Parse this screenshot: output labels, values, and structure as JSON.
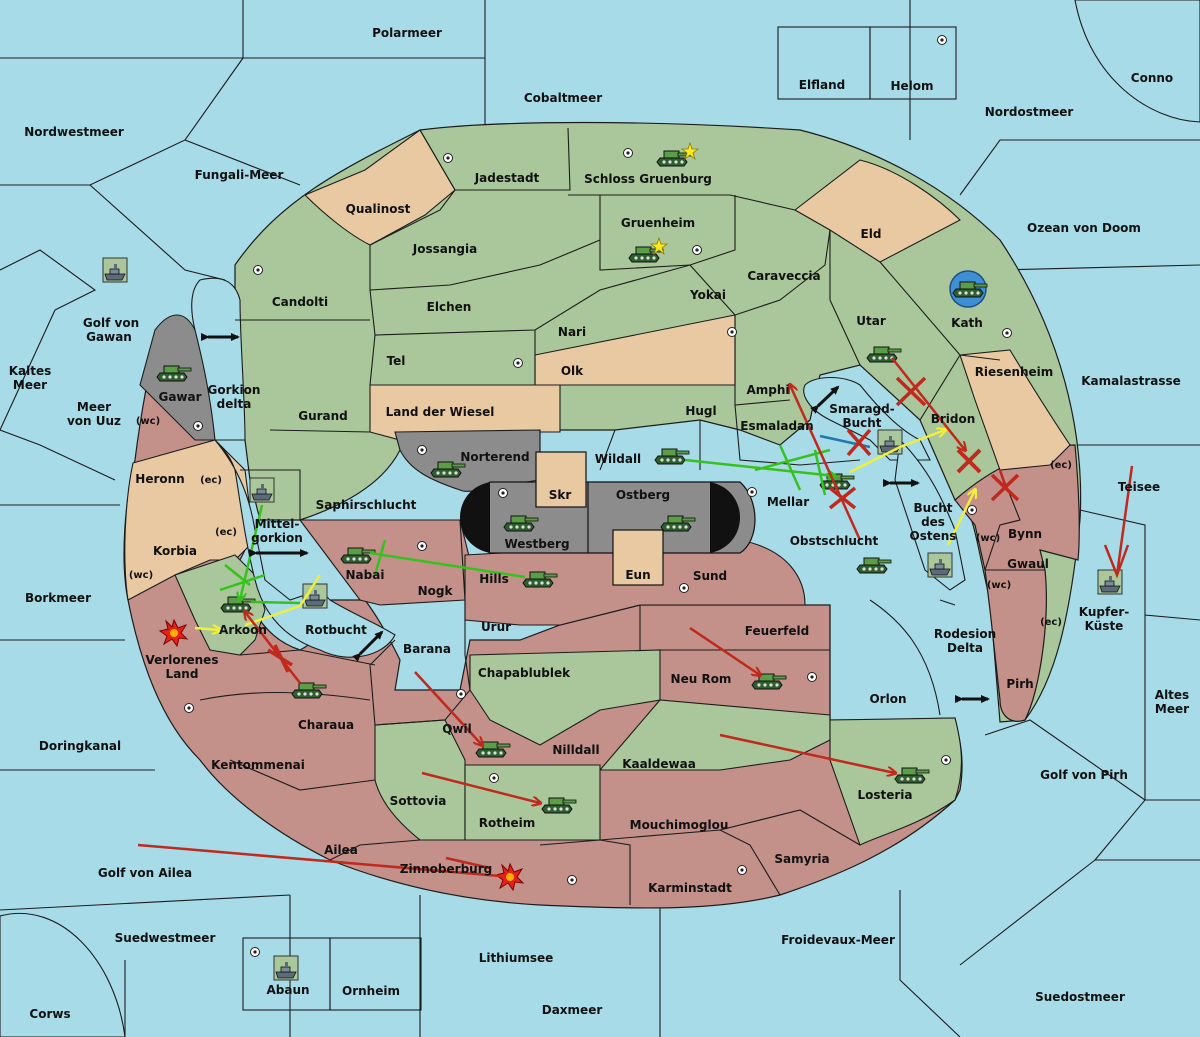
{
  "colors": {
    "sea": "#a7dbe8",
    "green": "#a9c79a",
    "tan": "#e8c9a2",
    "red": "#c4908a",
    "grey": "#8c8c8c",
    "order_red": "#c0291d",
    "order_green": "#36c21c",
    "order_yellow": "#f2ef3a",
    "order_blue": "#1f7aa8"
  },
  "sea_labels": [
    {
      "id": "polarmeer",
      "text": "Polarmeer"
    },
    {
      "id": "cobaltmeer",
      "text": "Cobaltmeer"
    },
    {
      "id": "nordwestmeer",
      "text": "Nordwestmeer"
    },
    {
      "id": "fungali",
      "text": "Fungali-Meer"
    },
    {
      "id": "conno",
      "text": "Conno"
    },
    {
      "id": "nordostmeer",
      "text": "Nordostmeer"
    },
    {
      "id": "ozean",
      "text": "Ozean von Doom"
    },
    {
      "id": "kamalastrasse",
      "text": "Kamalastrasse"
    },
    {
      "id": "teisee",
      "text": "Teisee"
    },
    {
      "id": "altes1",
      "text": "Altes"
    },
    {
      "id": "altes2",
      "text": "Meer"
    },
    {
      "id": "kaltes1",
      "text": "Kaltes"
    },
    {
      "id": "kaltes2",
      "text": "Meer"
    },
    {
      "id": "gawan1",
      "text": "Golf von"
    },
    {
      "id": "gawan2",
      "text": "Gawan"
    },
    {
      "id": "uuz1",
      "text": "Meer"
    },
    {
      "id": "uuz2",
      "text": "von Uuz"
    },
    {
      "id": "borkmeer",
      "text": "Borkmeer"
    },
    {
      "id": "doringkanal",
      "text": "Doringkanal"
    },
    {
      "id": "ailea",
      "text": "Golf von Ailea"
    },
    {
      "id": "suedwestmeer",
      "text": "Suedwestmeer"
    },
    {
      "id": "lithiumsee",
      "text": "Lithiumsee"
    },
    {
      "id": "daxmeer",
      "text": "Daxmeer"
    },
    {
      "id": "froidevaux",
      "text": "Froidevaux-Meer"
    },
    {
      "id": "suedostmeer",
      "text": "Suedostmeer"
    },
    {
      "id": "pirh_golf",
      "text": "Golf von Pirh"
    },
    {
      "id": "gorkion1",
      "text": "Gorkion"
    },
    {
      "id": "gorkion2",
      "text": "delta"
    },
    {
      "id": "mittel1",
      "text": "Mittel-"
    },
    {
      "id": "mittel2",
      "text": "gorkion"
    },
    {
      "id": "rotbucht",
      "text": "Rotbucht"
    },
    {
      "id": "smaragd1",
      "text": "Smaragd-"
    },
    {
      "id": "smaragd2",
      "text": "Bucht"
    },
    {
      "id": "bucht1",
      "text": "Bucht"
    },
    {
      "id": "bucht2",
      "text": "des"
    },
    {
      "id": "bucht3",
      "text": "Ostens"
    },
    {
      "id": "rodesion1",
      "text": "Rodesion"
    },
    {
      "id": "rodesion2",
      "text": "Delta"
    },
    {
      "id": "kupfer1",
      "text": "Kupfer-"
    },
    {
      "id": "kupfer2",
      "text": "Küste"
    }
  ],
  "land_labels": [
    {
      "id": "jadestadt",
      "text": "Jadestadt"
    },
    {
      "id": "schloss",
      "text": "Schloss Gruenburg"
    },
    {
      "id": "qualinost",
      "text": "Qualinost"
    },
    {
      "id": "gruenheim",
      "text": "Gruenheim"
    },
    {
      "id": "eld",
      "text": "Eld"
    },
    {
      "id": "jossangia",
      "text": "Jossangia"
    },
    {
      "id": "caraveccia",
      "text": "Caraveccia"
    },
    {
      "id": "candolti",
      "text": "Candolti"
    },
    {
      "id": "elchen",
      "text": "Elchen"
    },
    {
      "id": "yokai",
      "text": "Yokai"
    },
    {
      "id": "utar",
      "text": "Utar"
    },
    {
      "id": "kath",
      "text": "Kath"
    },
    {
      "id": "nari",
      "text": "Nari"
    },
    {
      "id": "tel",
      "text": "Tel"
    },
    {
      "id": "olk",
      "text": "Olk"
    },
    {
      "id": "amphi",
      "text": "Amphi"
    },
    {
      "id": "riesenheim",
      "text": "Riesenheim"
    },
    {
      "id": "gawar",
      "text": "Gawar"
    },
    {
      "id": "gurand",
      "text": "Gurand"
    },
    {
      "id": "wiesel",
      "text": "Land der Wiesel"
    },
    {
      "id": "hugl",
      "text": "Hugl"
    },
    {
      "id": "bridon",
      "text": "Bridon"
    },
    {
      "id": "esmaladan",
      "text": "Esmaladan"
    },
    {
      "id": "norterend",
      "text": "Norterend"
    },
    {
      "id": "wildall",
      "text": "Wildall"
    },
    {
      "id": "heronn",
      "text": "Heronn"
    },
    {
      "id": "skr",
      "text": "Skr"
    },
    {
      "id": "ostberg",
      "text": "Ostberg"
    },
    {
      "id": "mellar",
      "text": "Mellar"
    },
    {
      "id": "saphir",
      "text": "Saphirschlucht"
    },
    {
      "id": "westberg",
      "text": "Westberg"
    },
    {
      "id": "bynn",
      "text": "Bynn"
    },
    {
      "id": "korbia",
      "text": "Korbia"
    },
    {
      "id": "obstschlucht",
      "text": "Obstschlucht"
    },
    {
      "id": "nabai",
      "text": "Nabai"
    },
    {
      "id": "gwaul",
      "text": "Gwaul"
    },
    {
      "id": "hills",
      "text": "Hills"
    },
    {
      "id": "eun",
      "text": "Eun"
    },
    {
      "id": "sund",
      "text": "Sund"
    },
    {
      "id": "nogk",
      "text": "Nogk"
    },
    {
      "id": "arkoon",
      "text": "Arkoon"
    },
    {
      "id": "urur",
      "text": "Urur"
    },
    {
      "id": "feuerfeld",
      "text": "Feuerfeld"
    },
    {
      "id": "verlorenes1",
      "text": "Verlorenes"
    },
    {
      "id": "verlorenes2",
      "text": "Land"
    },
    {
      "id": "barana",
      "text": "Barana"
    },
    {
      "id": "chapa",
      "text": "Chapablublek"
    },
    {
      "id": "neurom",
      "text": "Neu Rom"
    },
    {
      "id": "orlon",
      "text": "Orlon"
    },
    {
      "id": "pirh",
      "text": "Pirh"
    },
    {
      "id": "charaua",
      "text": "Charaua"
    },
    {
      "id": "qwil",
      "text": "Qwil"
    },
    {
      "id": "nilldall",
      "text": "Nilldall"
    },
    {
      "id": "kentommenai",
      "text": "Kentommenai"
    },
    {
      "id": "kaaldewaa",
      "text": "Kaaldewaa"
    },
    {
      "id": "losteria",
      "text": "Losteria"
    },
    {
      "id": "sottovia",
      "text": "Sottovia"
    },
    {
      "id": "rotheim",
      "text": "Rotheim"
    },
    {
      "id": "mouchimoglou",
      "text": "Mouchimoglou"
    },
    {
      "id": "ailea",
      "text": "Ailea"
    },
    {
      "id": "samyria",
      "text": "Samyria"
    },
    {
      "id": "zinnoberburg",
      "text": "Zinnoberburg"
    },
    {
      "id": "karminstadt",
      "text": "Karminstadt"
    },
    {
      "id": "elfland",
      "text": "Elfland"
    },
    {
      "id": "helom",
      "text": "Helom"
    },
    {
      "id": "abaun",
      "text": "Abaun"
    },
    {
      "id": "ornheim",
      "text": "Ornheim"
    },
    {
      "id": "corws",
      "text": "Corws"
    }
  ],
  "coast_labels": [
    {
      "id": "heronn_ec",
      "text": "(ec)"
    },
    {
      "id": "heronn_wc",
      "text": "(wc)"
    },
    {
      "id": "korbia_ec",
      "text": "(ec)"
    },
    {
      "id": "korbia_wc",
      "text": "(wc)"
    },
    {
      "id": "bynn_ec",
      "text": "(ec)"
    },
    {
      "id": "bynn_wc",
      "text": "(wc)"
    },
    {
      "id": "gwaul_wc",
      "text": "(wc)"
    },
    {
      "id": "gwaul_ec",
      "text": "(ec)"
    }
  ]
}
